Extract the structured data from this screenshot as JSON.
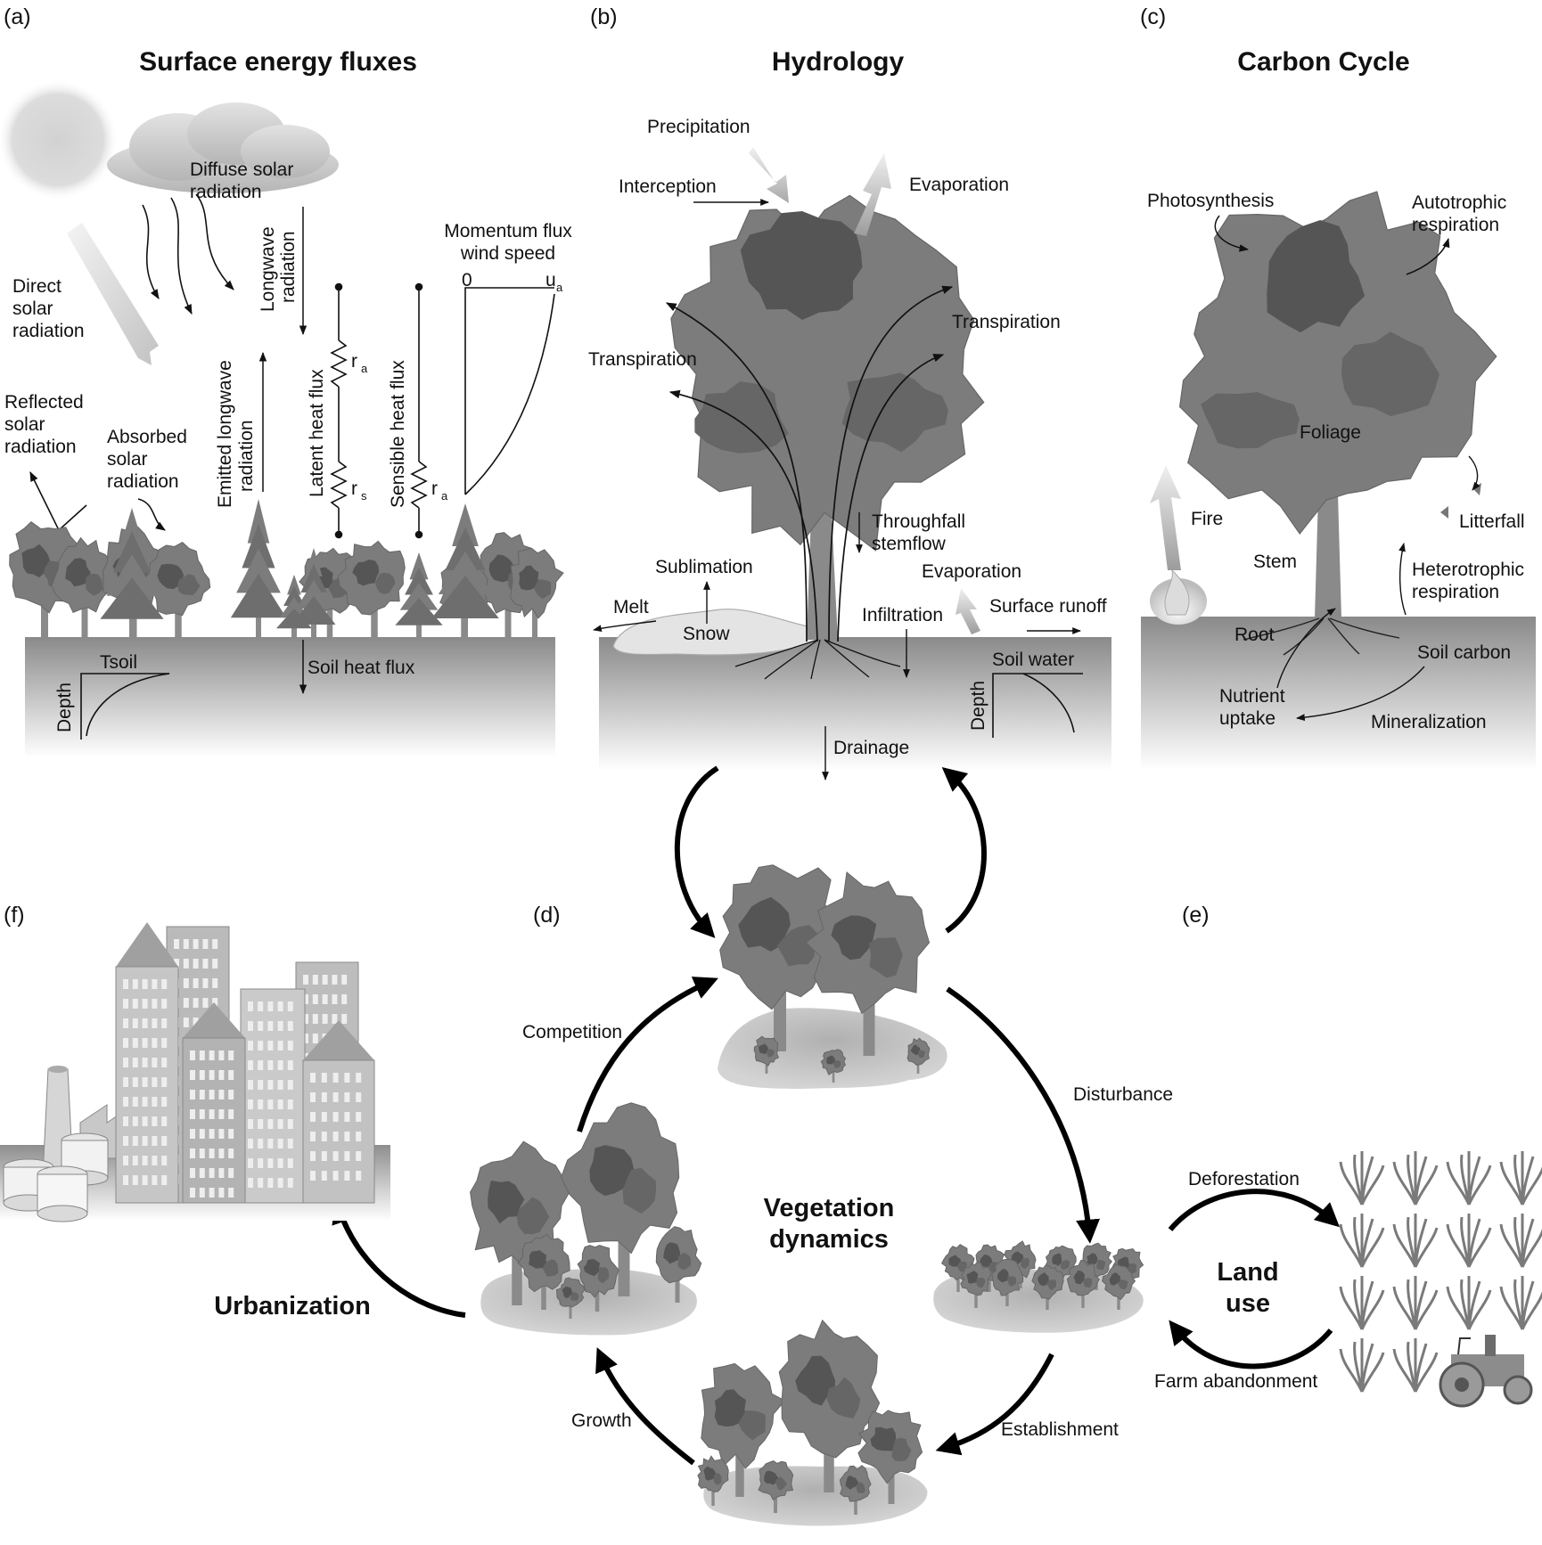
{
  "panels": {
    "a": {
      "letter": "(a)",
      "title": "Surface energy fluxes"
    },
    "b": {
      "letter": "(b)",
      "title": "Hydrology"
    },
    "c": {
      "letter": "(c)",
      "title": "Carbon Cycle"
    },
    "d": {
      "letter": "(d)"
    },
    "e": {
      "letter": "(e)"
    },
    "f": {
      "letter": "(f)"
    }
  },
  "energy": {
    "diffuse": [
      "Diffuse solar",
      "radiation"
    ],
    "direct": [
      "Direct",
      "solar",
      "radiation"
    ],
    "reflected": [
      "Reflected",
      "solar",
      "radiation"
    ],
    "absorbed": [
      "Absorbed",
      "solar",
      "radiation"
    ],
    "longwave": [
      "Longwave",
      "radiation"
    ],
    "emitted": [
      "Emitted longwave",
      "radiation"
    ],
    "latent": "Latent heat flux",
    "sensible": "Sensible heat flux",
    "momentum": [
      "Momentum flux",
      "wind speed"
    ],
    "zero": "0",
    "u": "u",
    "sub_a": "a",
    "r": "r",
    "sub_s": "s",
    "tsoil": "Tsoil",
    "depth": "Depth",
    "soil_heat": "Soil heat flux"
  },
  "hydrology": {
    "precipitation": "Precipitation",
    "interception": "Interception",
    "evaporation_top": "Evaporation",
    "transpiration_right": "Transpiration",
    "transpiration_left": "Transpiration",
    "throughfall": [
      "Throughfall",
      "stemflow"
    ],
    "sublimation": "Sublimation",
    "melt": "Melt",
    "snow": "Snow",
    "evaporation_ground": "Evaporation",
    "infiltration": "Infiltration",
    "surface_runoff": "Surface runoff",
    "soil_water": "Soil water",
    "depth": "Depth",
    "drainage": "Drainage"
  },
  "carbon": {
    "photosynthesis": "Photosynthesis",
    "autotrophic": [
      "Autotrophic",
      "respiration"
    ],
    "foliage": "Foliage",
    "fire": "Fire",
    "litterfall": "Litterfall",
    "stem": "Stem",
    "heterotrophic": [
      "Heterotrophic",
      "respiration"
    ],
    "root": "Root",
    "soil_carbon": "Soil carbon",
    "nutrient": [
      "Nutrient",
      "uptake"
    ],
    "mineralization": "Mineralization"
  },
  "dynamics": {
    "title": [
      "Vegetation",
      "dynamics"
    ],
    "competition": "Competition",
    "disturbance": "Disturbance",
    "growth": "Growth",
    "establishment": "Establishment"
  },
  "landuse": {
    "title": [
      "Land",
      "use"
    ],
    "deforestation": "Deforestation",
    "abandonment": "Farm abandonment"
  },
  "urban": {
    "label": "Urbanization"
  },
  "colors": {
    "ink": "#111111",
    "tree": "#7c7c7c",
    "tree_dark": "#555555",
    "ground": "#8a8a8a",
    "building": "#b4b4b4"
  },
  "icons": [
    "sun-icon",
    "cloud-icon",
    "tree-icon",
    "conifer-icon",
    "fire-icon",
    "tractor-icon",
    "factory-icon",
    "crop-icon"
  ]
}
